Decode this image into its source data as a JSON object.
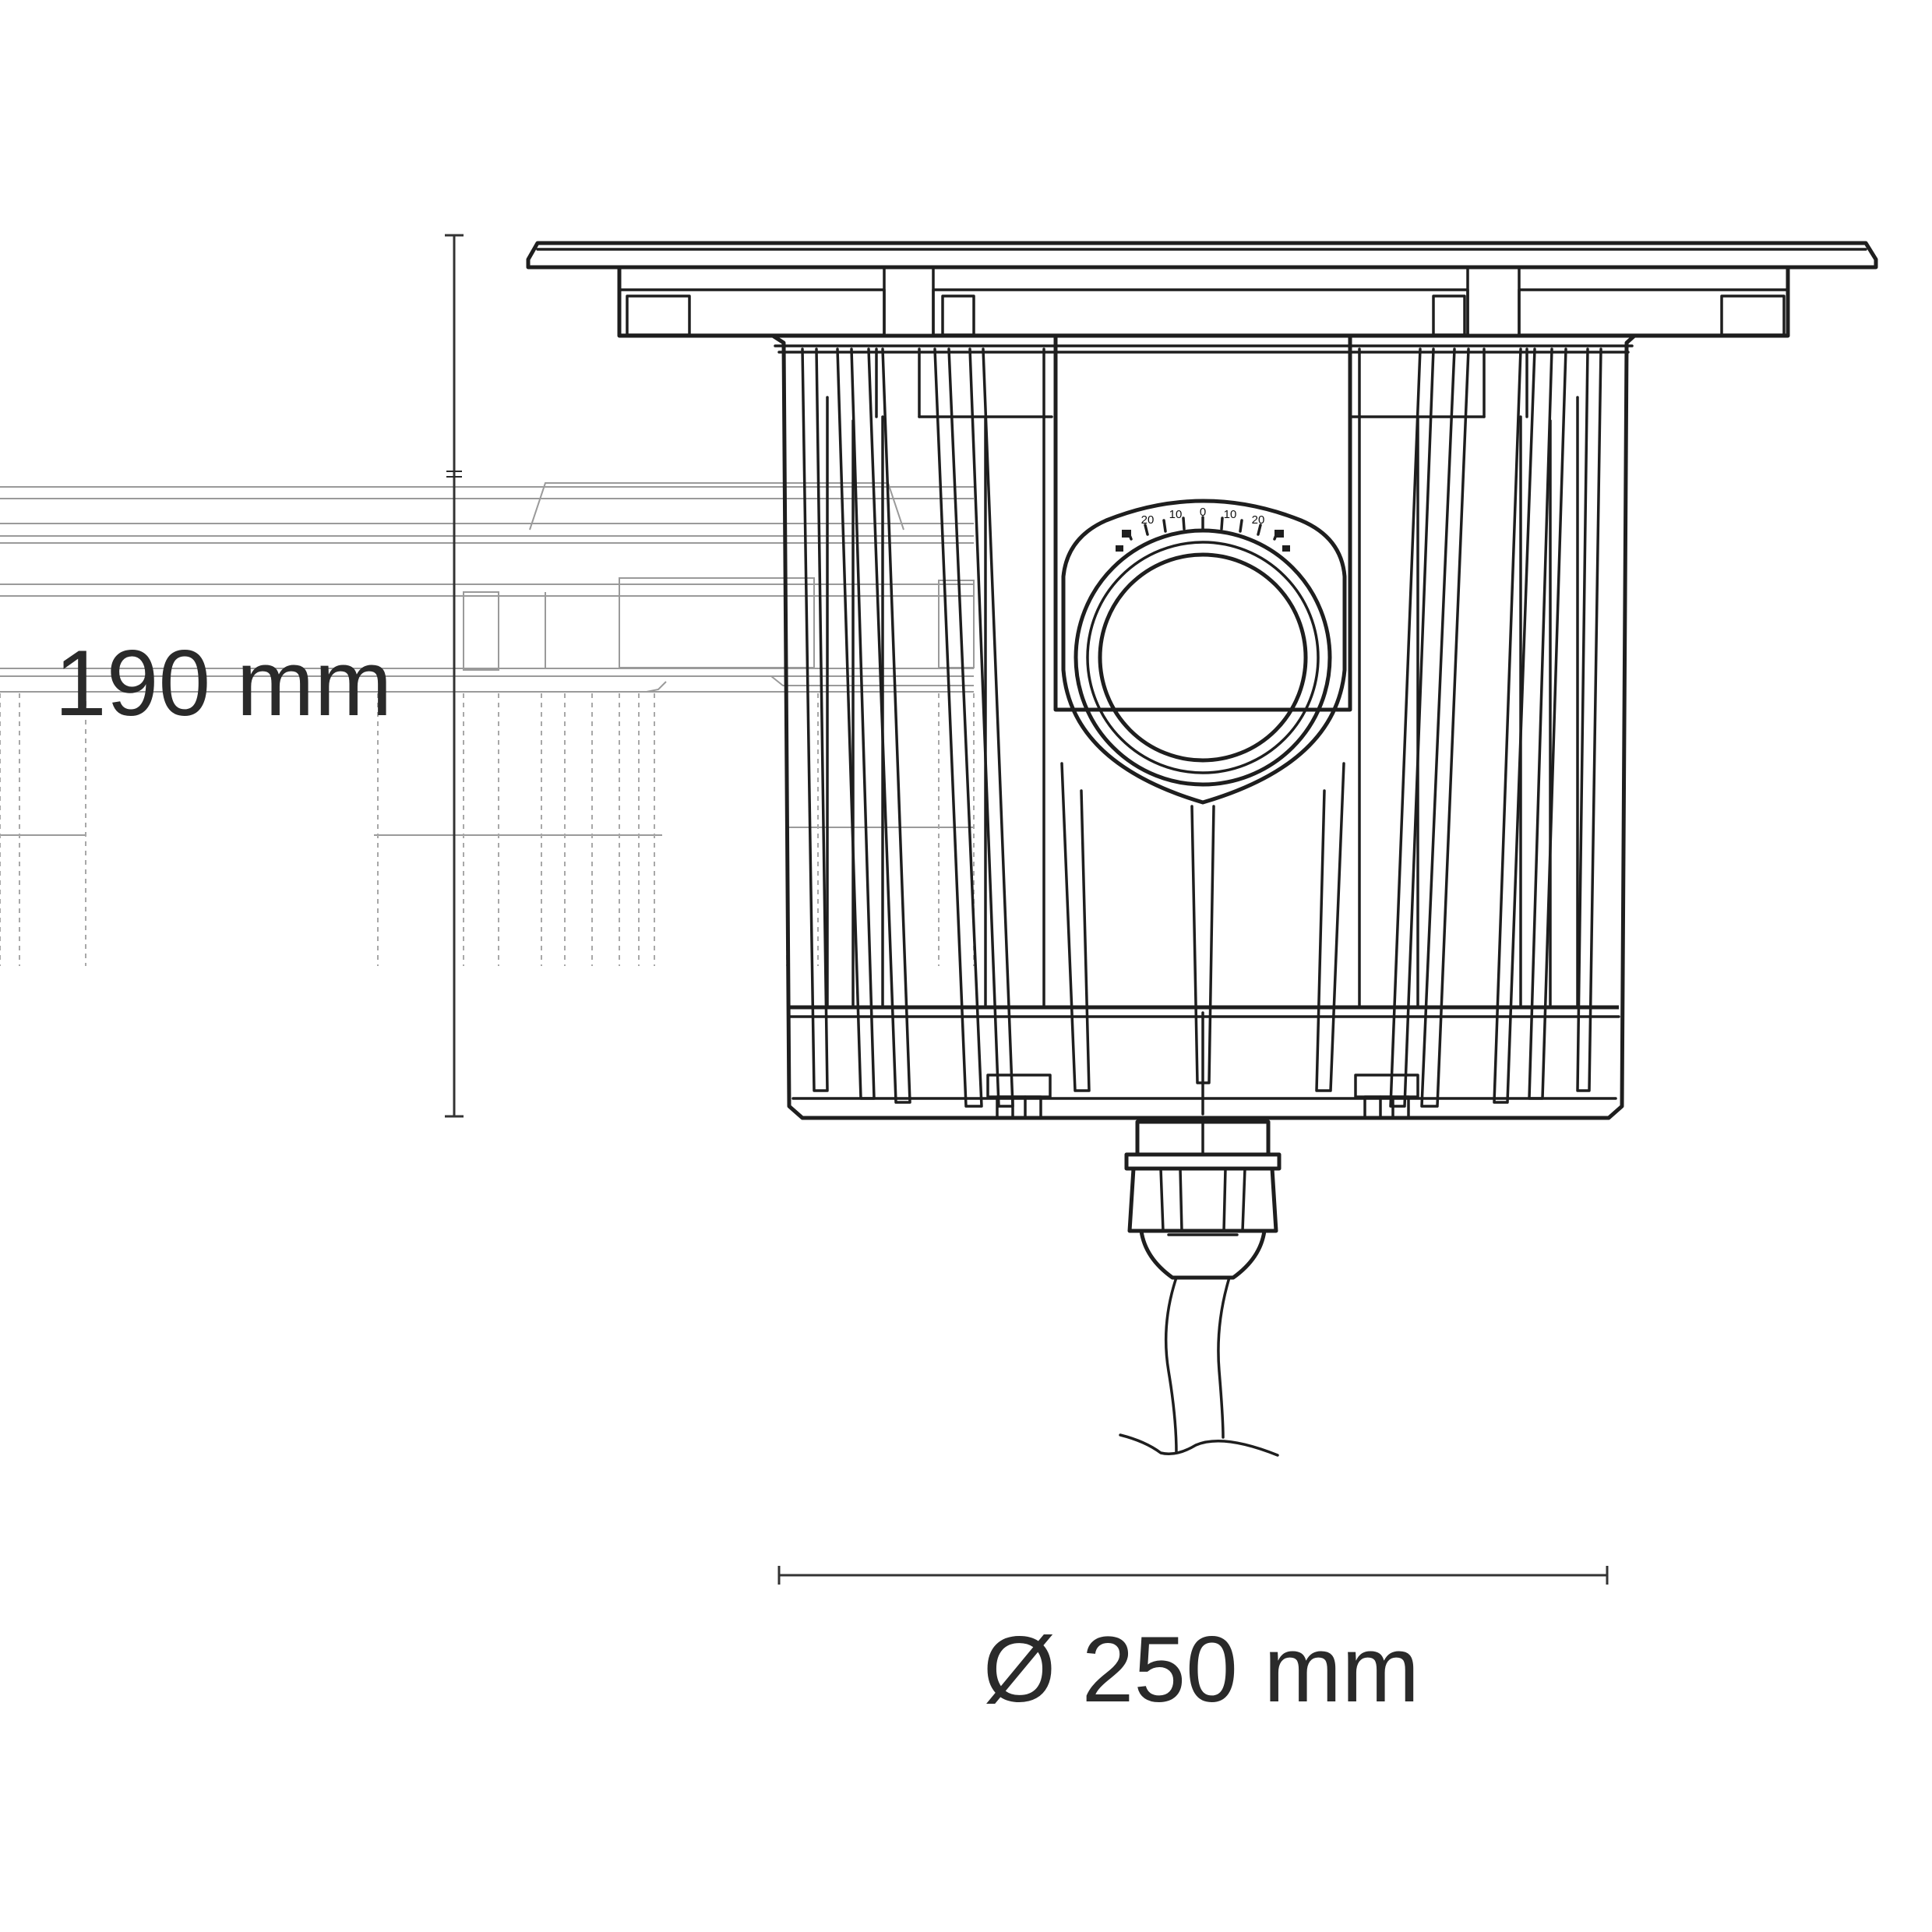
{
  "dimensions": {
    "height_label": "190 mm",
    "diameter_label": "Ø 250 mm"
  },
  "tilt_scale": {
    "labels": [
      "20",
      "10",
      "0",
      "10",
      "20"
    ]
  }
}
